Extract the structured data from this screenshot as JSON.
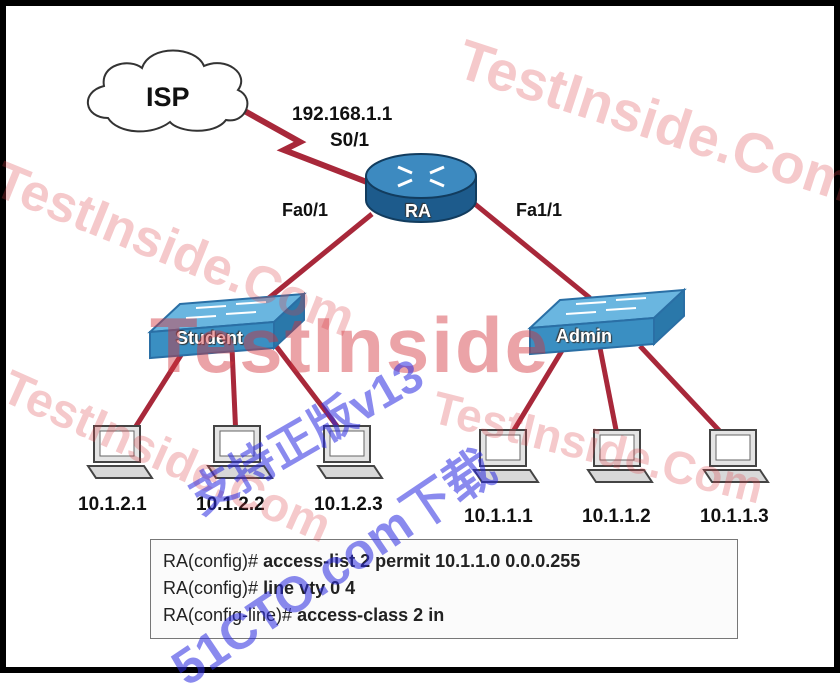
{
  "cloud": {
    "label": "ISP"
  },
  "router": {
    "name": "RA",
    "serial_ip": "192.168.1.1",
    "serial_port": "S0/1",
    "port_left": "Fa0/1",
    "port_right": "Fa1/1"
  },
  "switches": [
    {
      "name": "Student"
    },
    {
      "name": "Admin"
    }
  ],
  "hosts": [
    {
      "ip": "10.1.2.1"
    },
    {
      "ip": "10.1.2.2"
    },
    {
      "ip": "10.1.2.3"
    },
    {
      "ip": "10.1.1.1"
    },
    {
      "ip": "10.1.1.2"
    },
    {
      "ip": "10.1.1.3"
    }
  ],
  "config": [
    {
      "prompt": "RA(config)#",
      "command": "access-list 2 permit 10.1.1.0 0.0.0.255"
    },
    {
      "prompt": "RA(config)#",
      "command": "line vty 0 4"
    },
    {
      "prompt": "RA(config-line)#",
      "command": "access-class 2 in"
    }
  ],
  "watermarks": {
    "brand": "TestInside",
    "site": "TestInside.Com",
    "promo": "支持正版v13",
    "download": "51CTO.com下载"
  },
  "colors": {
    "link": "#a8283a",
    "router": "#2a6fa5",
    "switch": "#4aa0cf",
    "watermark": "#dc3c46",
    "blue_wm": "#2a2ae0"
  }
}
